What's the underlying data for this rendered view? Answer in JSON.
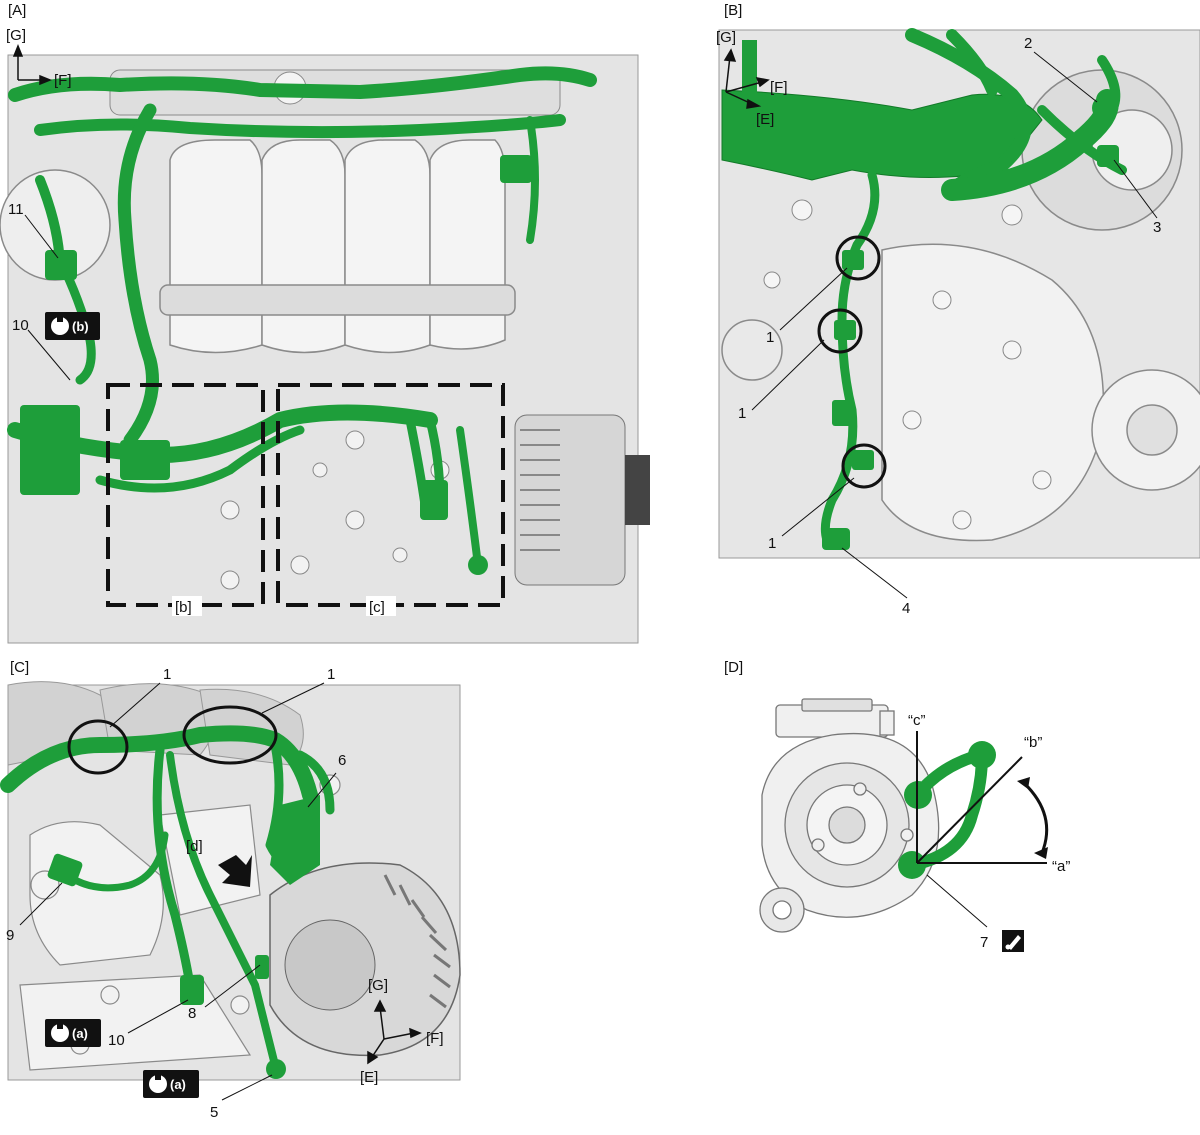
{
  "panels": {
    "A": {
      "label": "[A]",
      "axes": {
        "g": "[G]",
        "f": "[F]"
      },
      "callouts": {
        "c11": "11",
        "c10": "10"
      },
      "torque_badge": "(b)",
      "boxes": {
        "b": "[b]",
        "c": "[c]"
      }
    },
    "B": {
      "label": "[B]",
      "axes": {
        "g": "[G]",
        "f": "[F]",
        "e": "[E]"
      },
      "callouts": {
        "c1a": "1",
        "c1b": "1",
        "c1c": "1",
        "c2": "2",
        "c3": "3",
        "c4": "4"
      }
    },
    "C": {
      "label": "[C]",
      "axes": {
        "g": "[G]",
        "f": "[F]",
        "e": "[E]"
      },
      "callouts": {
        "c1a": "1",
        "c1b": "1",
        "c6": "6",
        "c9": "9",
        "c10": "10",
        "c8": "8",
        "c5": "5"
      },
      "view_arrow": "[d]",
      "torque_badge_1": "(a)",
      "torque_badge_2": "(a)"
    },
    "D": {
      "label": "[D]",
      "angles": {
        "a": "“a”",
        "b": "“b”",
        "c": "“c”"
      },
      "callouts": {
        "c7": "7"
      }
    }
  },
  "colors": {
    "harness": "#1e9e3a",
    "harness_dark": "#127a28",
    "engine_fill": "#e6e6e6",
    "engine_line": "#8a8a8a"
  }
}
